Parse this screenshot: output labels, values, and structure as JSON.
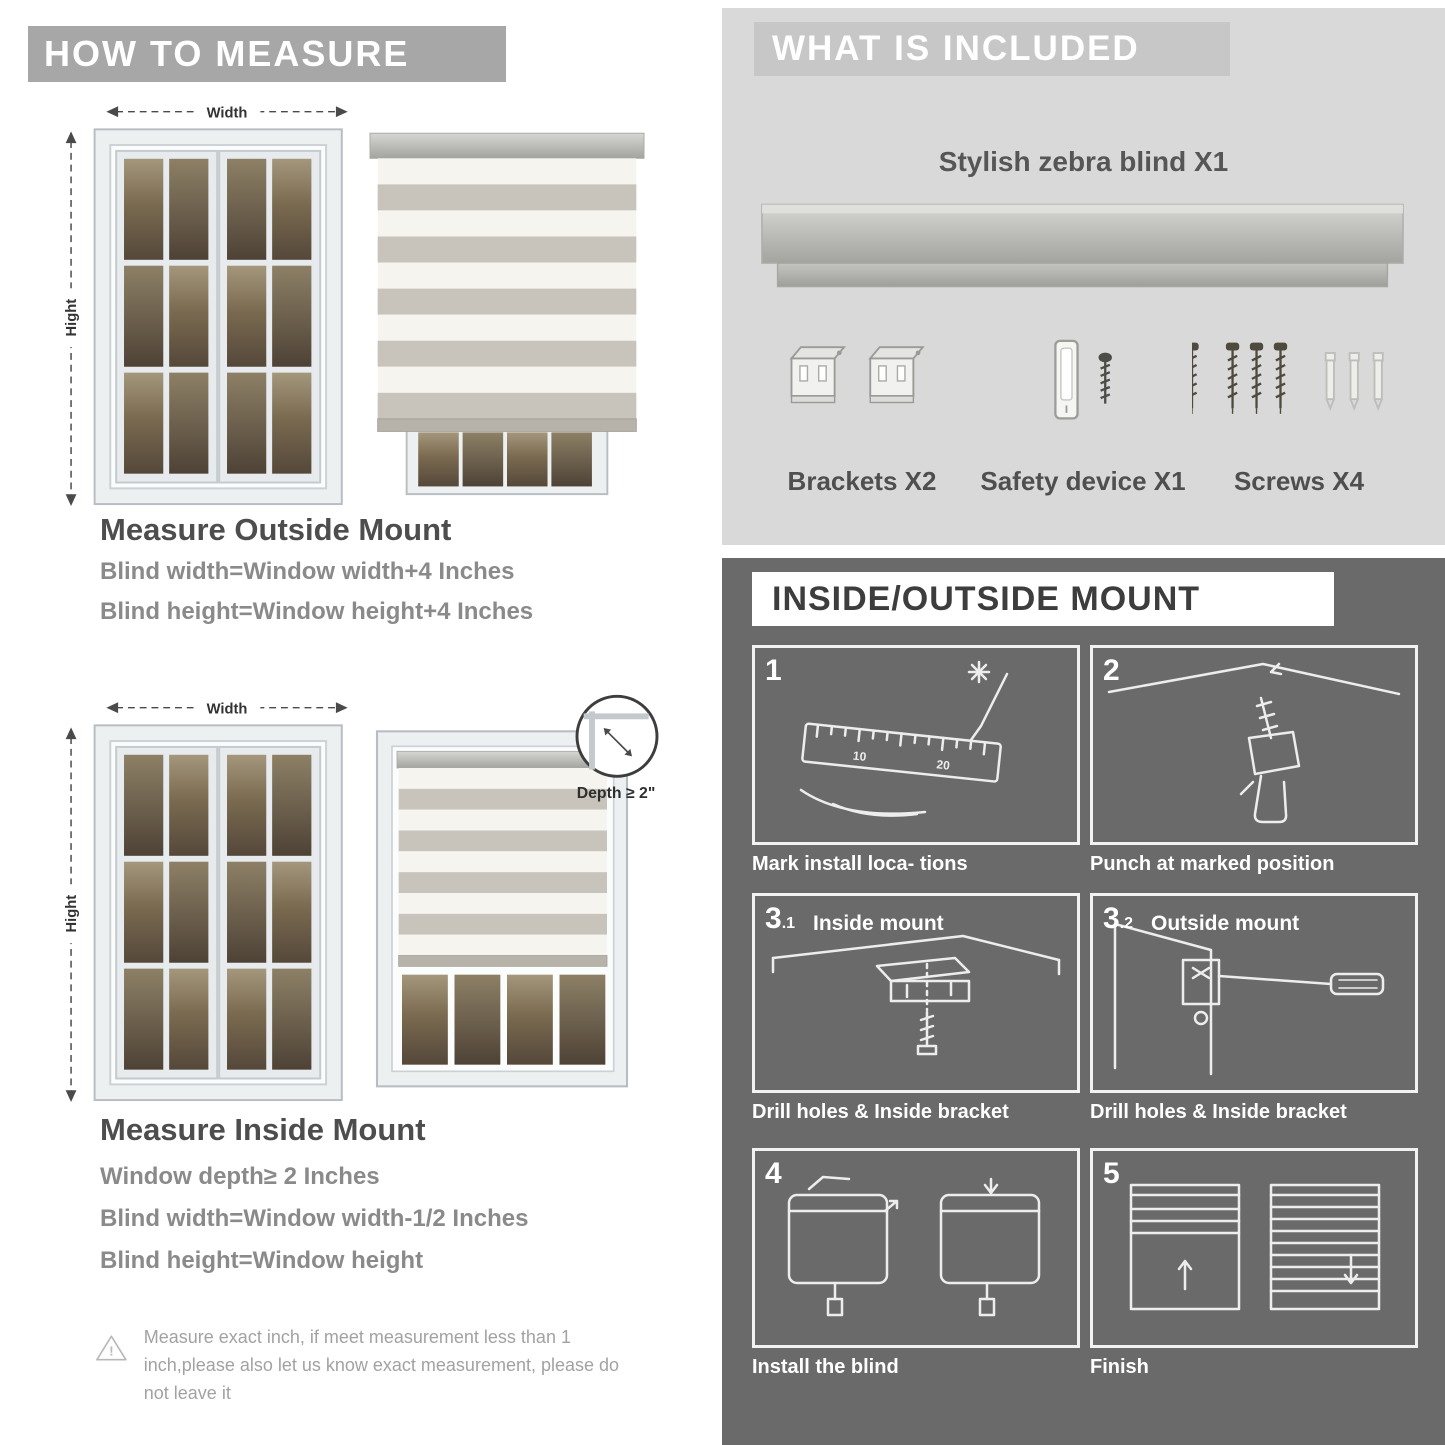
{
  "colors": {
    "banner_gray": "#a7a7a7",
    "panel_light": "#d9d9d9",
    "panel_dark": "#6a6a6a",
    "heading_text": "#4d4d4d",
    "body_text": "#8a8a8a"
  },
  "measure": {
    "header": "HOW TO MEASURE",
    "width_label": "Width",
    "height_label": "Hight",
    "ruler_marks": [
      "10",
      "20"
    ],
    "outside": {
      "heading": "Measure Outside Mount",
      "lines": [
        "Blind width=Window width+4 Inches",
        "Blind height=Window height+4 Inches"
      ]
    },
    "inside": {
      "heading": "Measure Inside Mount",
      "depth_callout": "Depth ≥ 2\"",
      "lines": [
        "Window depth≥ 2 Inches",
        "Blind width=Window width-1/2 Inches",
        "Blind height=Window height"
      ]
    },
    "warning": "Measure exact inch, if meet measurement less than 1 inch,please also let us know exact measurement, please do not leave it"
  },
  "included": {
    "header": "WHAT IS INCLUDED",
    "blind_label": "Stylish zebra blind X1",
    "items": [
      {
        "label": "Brackets X2"
      },
      {
        "label": "Safety device X1"
      },
      {
        "label": "Screws X4"
      }
    ]
  },
  "mount": {
    "header": "INSIDE/OUTSIDE MOUNT",
    "steps": [
      {
        "num": "1",
        "num_sub": "",
        "title": "",
        "caption": "Mark install loca- tions"
      },
      {
        "num": "2",
        "num_sub": "",
        "title": "",
        "caption": "Punch at  marked position"
      },
      {
        "num": "3",
        "num_sub": ".1",
        "title": "Inside mount",
        "caption": "Drill holes &  Inside bracket"
      },
      {
        "num": "3",
        "num_sub": ".2",
        "title": "Outside mount",
        "caption": "Drill holes &  Inside bracket"
      },
      {
        "num": "4",
        "num_sub": "",
        "title": "",
        "caption": "Install the blind"
      },
      {
        "num": "5",
        "num_sub": "",
        "title": "",
        "caption": "Finish"
      }
    ]
  }
}
